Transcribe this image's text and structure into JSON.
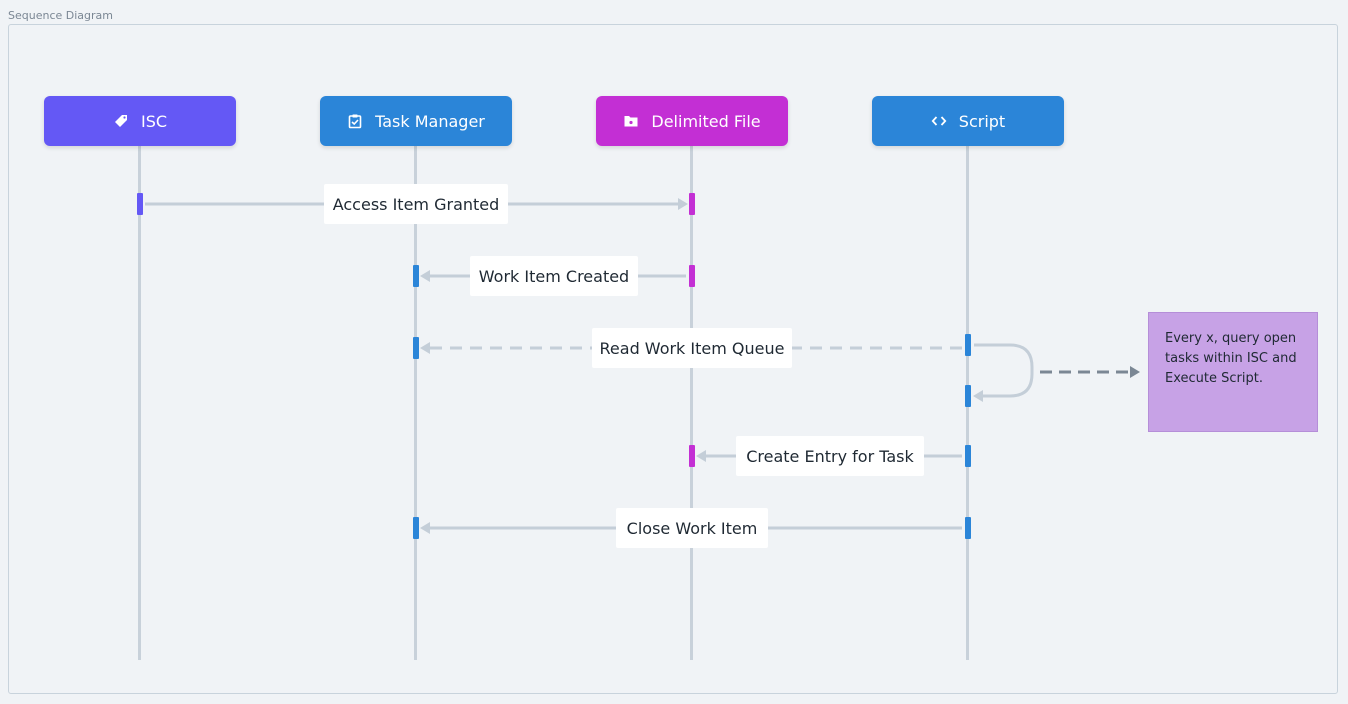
{
  "frame": {
    "label": "Sequence Diagram"
  },
  "actors": [
    {
      "label": "ISC",
      "icon": "tag-icon",
      "color": "#6458f5"
    },
    {
      "label": "Task Manager",
      "icon": "clipboard-check-icon",
      "color": "#2b85d8"
    },
    {
      "label": "Delimited File",
      "icon": "folder-icon",
      "color": "#c32fd4"
    },
    {
      "label": "Script",
      "icon": "code-icon",
      "color": "#2b85d8"
    }
  ],
  "messages": [
    {
      "label": "Access Item Granted",
      "from": "ISC",
      "to": "Delimited File",
      "style": "solid"
    },
    {
      "label": "Work Item Created",
      "from": "Delimited File",
      "to": "Task Manager",
      "style": "solid"
    },
    {
      "label": "Read Work Item Queue",
      "from": "Script",
      "to": "Task Manager",
      "style": "dashed"
    },
    {
      "label": "Create Entry for Task",
      "from": "Script",
      "to": "Delimited File",
      "style": "solid"
    },
    {
      "label": "Close Work Item",
      "from": "Script",
      "to": "Task Manager",
      "style": "solid"
    }
  ],
  "note": {
    "text": "Every x, query open tasks within ISC and Execute Script."
  },
  "colors": {
    "lifeline": "#c8d1da",
    "arrow": "#c4ced8",
    "note_connector": "#7b8794"
  }
}
